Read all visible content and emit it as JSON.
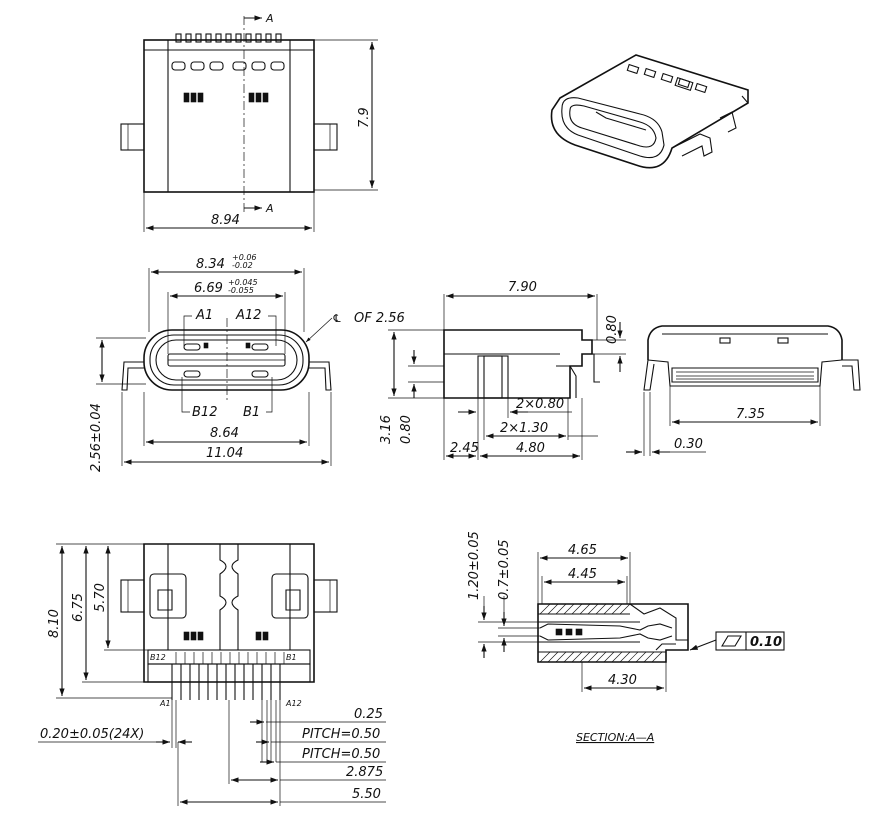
{
  "top_view": {
    "section_mark_top": "A",
    "section_mark_bottom": "A",
    "dim_width": "8.94",
    "dim_height": "7.9"
  },
  "front_view": {
    "dim_outer_width": "8.34",
    "dim_outer_tol_upper": "+0.06",
    "dim_outer_tol_lower": "-0.02",
    "dim_inner_width": "6.69",
    "dim_inner_tol_upper": "+0.045",
    "dim_inner_tol_lower": "-0.055",
    "pin_label_a1": "A1",
    "pin_label_a12": "A12",
    "pin_label_b12": "B12",
    "pin_label_b1": "B1",
    "centerline_note": "OF 2.56",
    "dim_shell_width": "8.64",
    "dim_total_width": "11.04",
    "dim_height": "2.56±0.04"
  },
  "side_view": {
    "dim_length": "7.90",
    "dim_top": "0.80",
    "dim_height": "3.16",
    "dim_foot": "0.80",
    "dim_2x080": "2×0.80",
    "dim_2x130": "2×1.30",
    "dim_front": "2.45",
    "dim_back": "4.80"
  },
  "rear_view": {
    "dim_width": "7.35",
    "dim_offset": "0.30"
  },
  "footprint_view": {
    "dim_810": "8.10",
    "dim_675": "6.75",
    "dim_570": "5.70",
    "label_b12": "B12",
    "label_b1": "B1",
    "label_a1": "A1",
    "label_a12": "A12",
    "dim_pin_width": "0.20±0.05(24X)",
    "dim_025": "0.25",
    "dim_pitch_1": "PITCH=0.50",
    "dim_pitch_2": "PITCH=0.50",
    "dim_2875": "2.875",
    "dim_550": "5.50"
  },
  "section_view": {
    "dim_120": "1.20±0.05",
    "dim_07": "0.7±0.05",
    "dim_465": "4.65",
    "dim_445": "4.45",
    "dim_430": "4.30",
    "flatness_value": "0.10",
    "caption": "SECTION:A—A"
  }
}
